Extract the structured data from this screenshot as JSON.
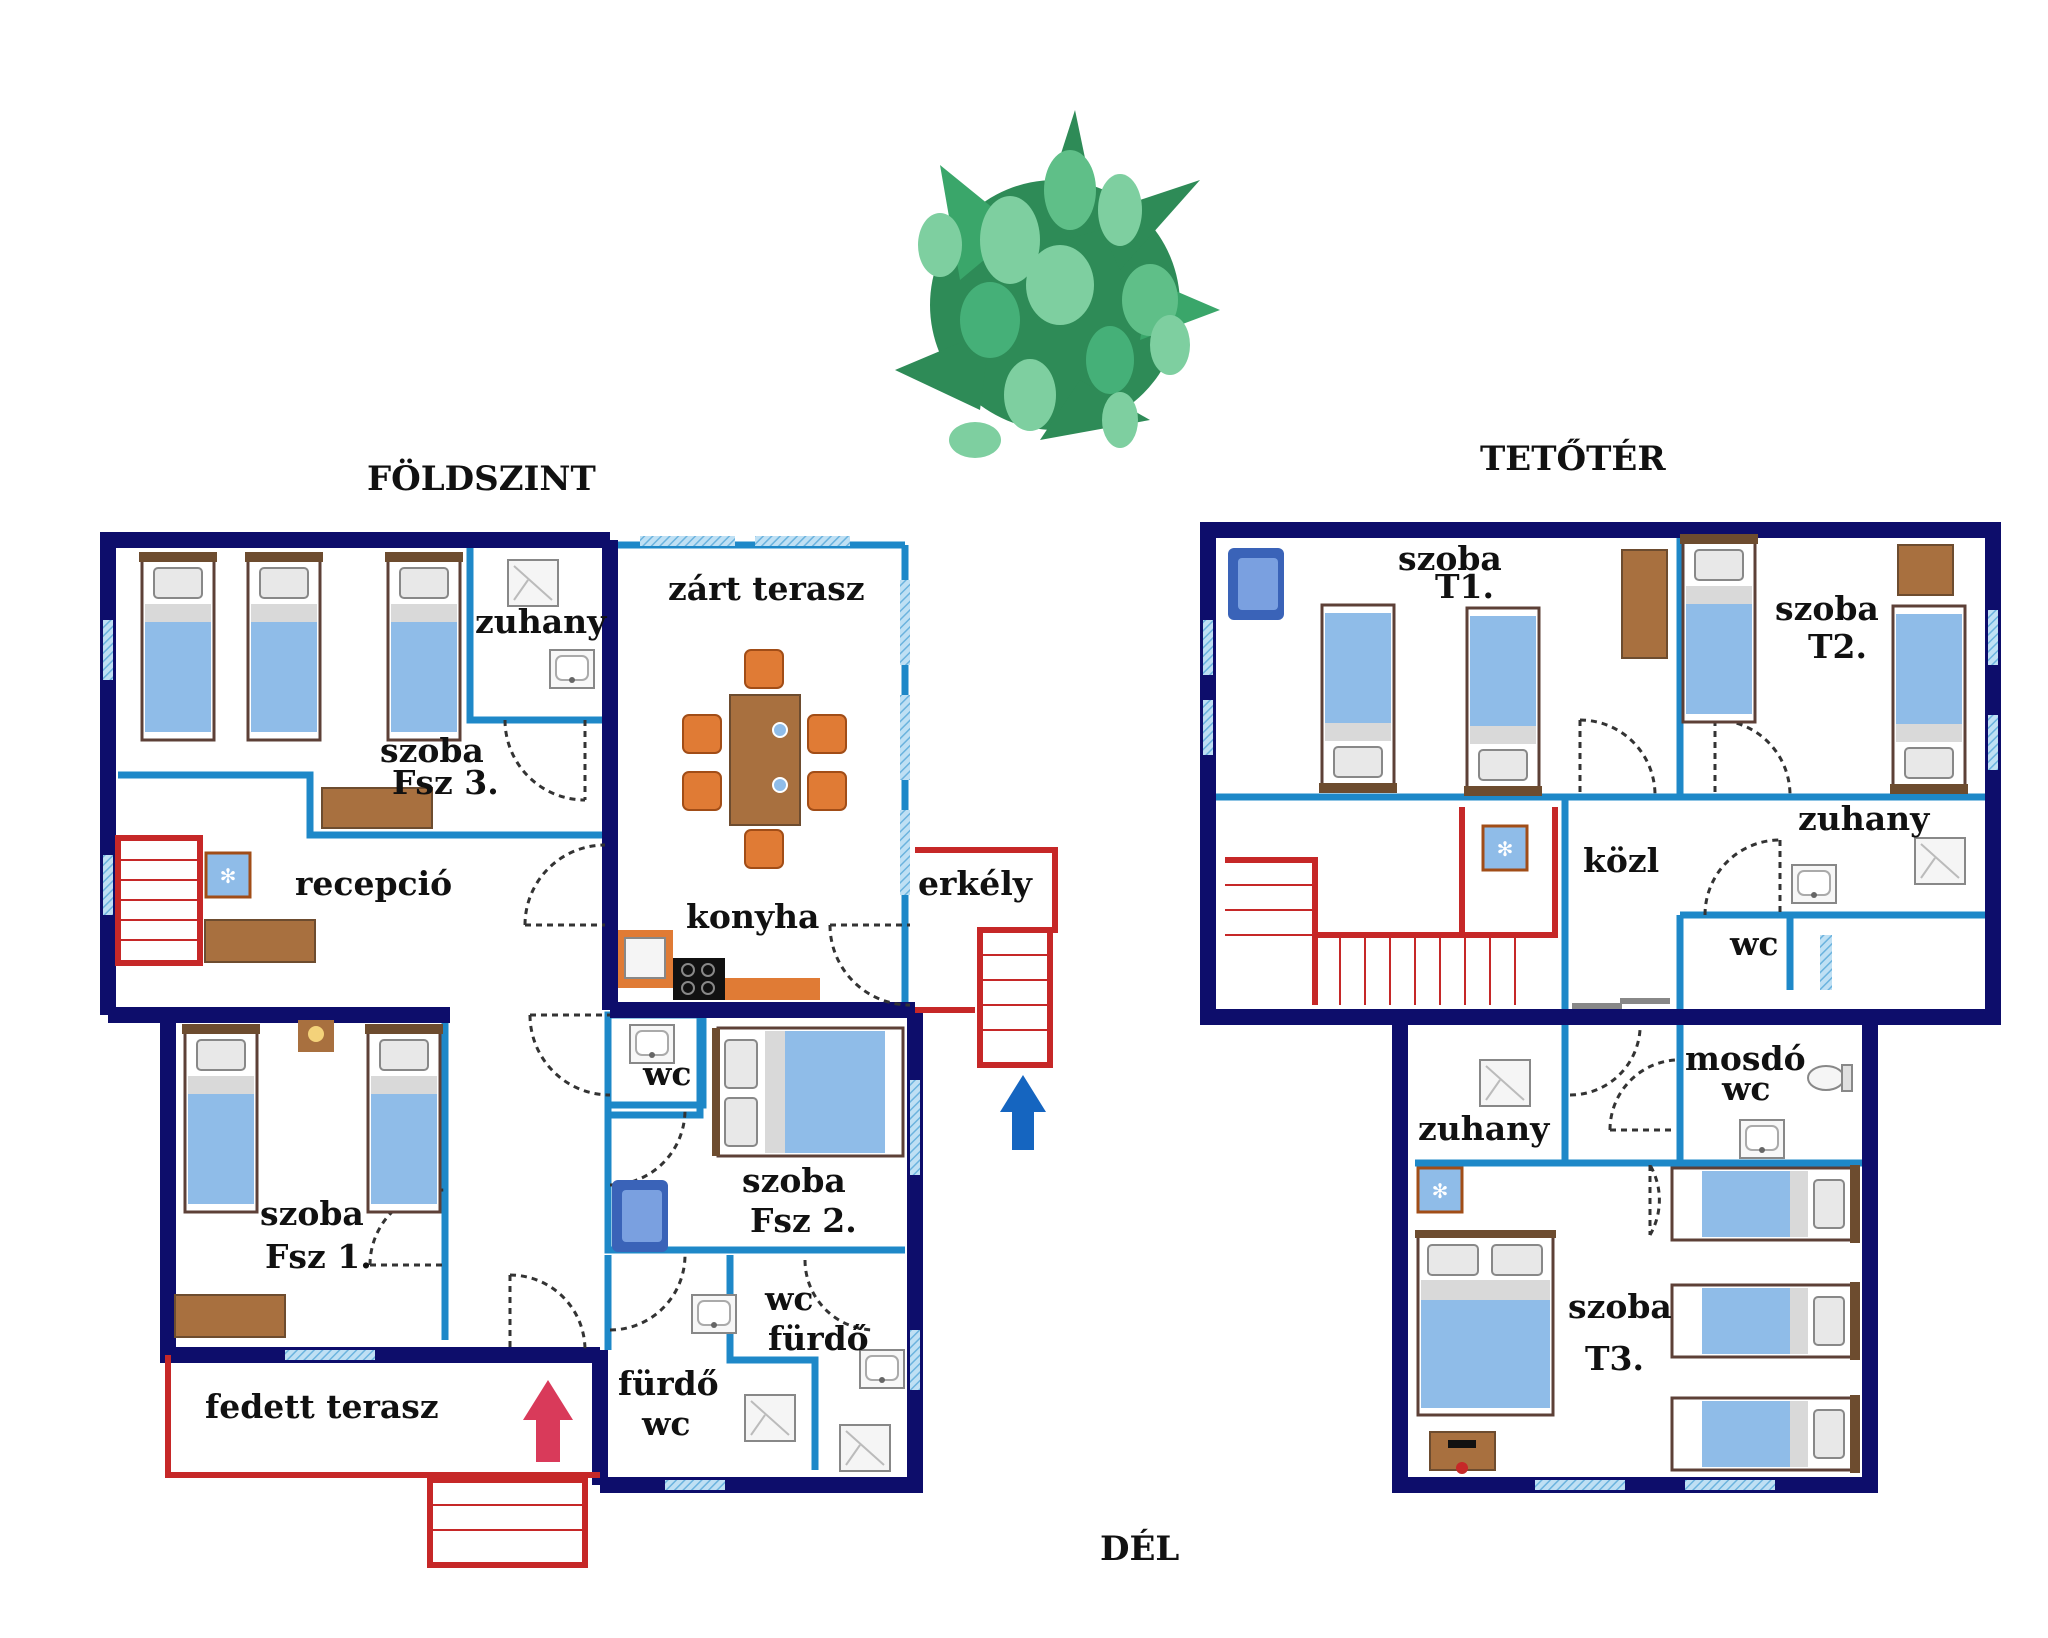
{
  "titles": {
    "ground_floor": "FÖLDSZINT",
    "attic": "TETŐTÉR",
    "south": "DÉL"
  },
  "ground_floor": {
    "shower_fsz3": "zuhany",
    "closed_terrace": "zárt terasz",
    "room_fsz3_a": "szoba",
    "room_fsz3_b": "Fsz 3.",
    "reception": "recepció",
    "kitchen": "konyha",
    "balcony": "erkély",
    "wc_small": "wc",
    "room_fsz2_a": "szoba",
    "room_fsz2_b": "Fsz 2.",
    "room_fsz1_a": "szoba",
    "room_fsz1_b": "Fsz 1.",
    "wc_bath_a": "wc",
    "wc_bath_b": "fürdő",
    "covered_terrace": "fedett terasz",
    "bath_wc_a": "fürdő",
    "bath_wc_b": "wc"
  },
  "attic": {
    "room_t1_a": "szoba",
    "room_t1_b": "T1.",
    "room_t2_a": "szoba",
    "room_t2_b": "T2.",
    "shower_top": "zuhany",
    "hallway": "közl",
    "wc": "wc",
    "washroom_a": "mosdó",
    "washroom_b": "wc",
    "shower_bottom": "zuhany",
    "room_t3_a": "szoba",
    "room_t3_b": "T3."
  },
  "colors": {
    "outer_wall": "#0d0d6b",
    "inner_wall": "#1e88c8",
    "red_line": "#c62828",
    "bed_blue": "#8fbce8",
    "wood": "#a8703f",
    "chair": "#e07b35",
    "arrow_red": "#d93a5a",
    "arrow_blue": "#1565c0",
    "plant_dark": "#2e8b57",
    "plant_light": "#7ecfa0"
  },
  "icons": [
    "plant-icon",
    "bed-icon",
    "shower-icon",
    "sink-icon",
    "chair-icon",
    "armchair-icon",
    "stove-icon",
    "ac-icon",
    "entrance-arrow-icon"
  ]
}
